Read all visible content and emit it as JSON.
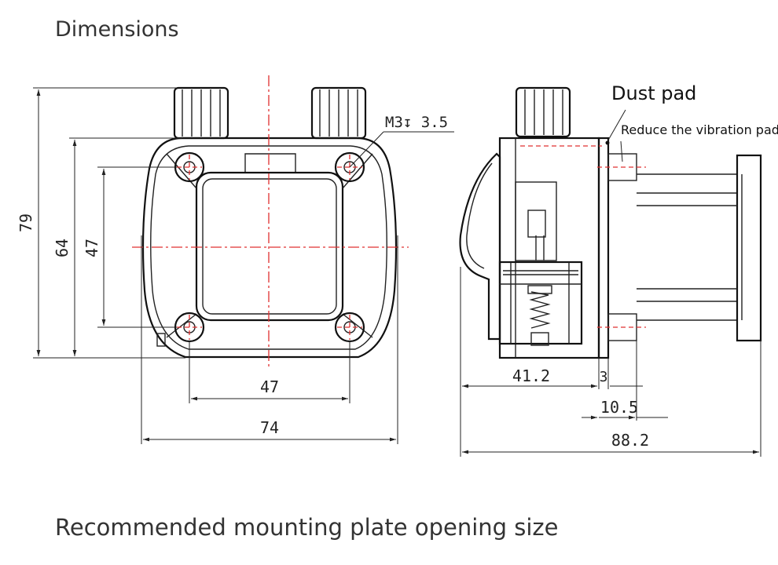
{
  "title": "Dimensions",
  "subtitle": "Recommended mounting plate opening size",
  "front_view": {
    "overall_height": "79",
    "mount_height": "64",
    "hole_spacing_vertical": "47",
    "hole_spacing_horizontal": "47",
    "overall_width": "74",
    "thread_callout": "M3↧ 3.5"
  },
  "side_view": {
    "body_depth": "41.2",
    "pad_thickness": "3",
    "flange_depth": "10.5",
    "overall_length": "88.2",
    "dust_pad_label": "Dust pad",
    "vibration_pad_label": "Reduce the vibration pad"
  },
  "colors": {
    "outline": "#111111",
    "centerline": "#e03030",
    "text": "#333333"
  }
}
